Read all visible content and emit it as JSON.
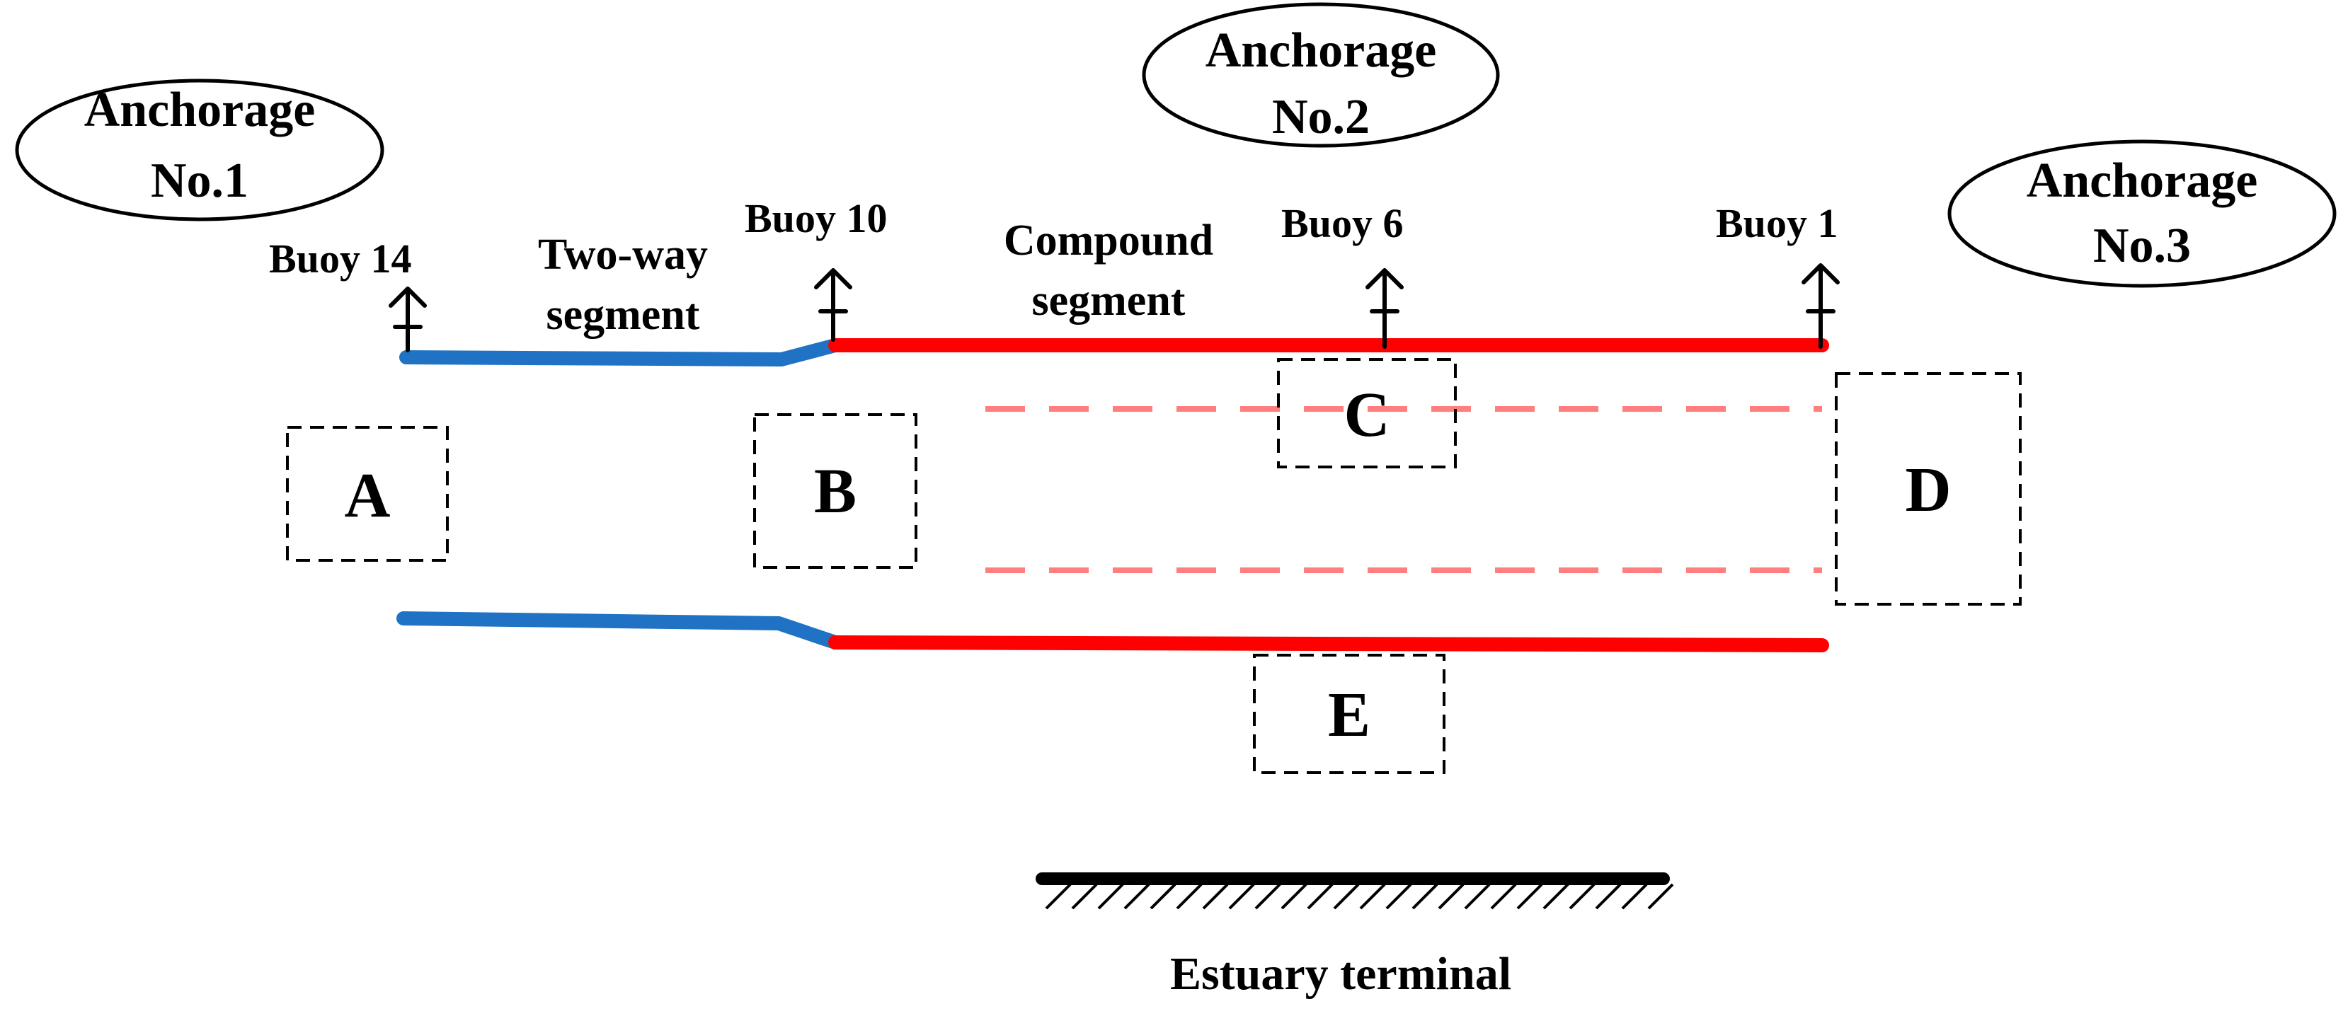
{
  "anchorages": [
    {
      "line1": "Anchorage",
      "line2": "No.1"
    },
    {
      "line1": "Anchorage",
      "line2": "No.2"
    },
    {
      "line1": "Anchorage",
      "line2": "No.3"
    }
  ],
  "buoys": [
    {
      "word": "Buoy",
      "number": "14"
    },
    {
      "word": "Buoy",
      "number": "10"
    },
    {
      "word": "Buoy",
      "number": "6"
    },
    {
      "word": "Buoy",
      "number": "1"
    }
  ],
  "segments": {
    "two_way": {
      "line1": "Two-way",
      "line2": "segment"
    },
    "compound": {
      "line1": "Compound",
      "line2": "segment"
    }
  },
  "zones": [
    "A",
    "B",
    "C",
    "D",
    "E"
  ],
  "terminal": {
    "label": "Estuary terminal"
  },
  "colors": {
    "two_way_channel": "#1f72c4",
    "compound_channel": "#ff0000",
    "separation_line": "#ff7f7f"
  }
}
